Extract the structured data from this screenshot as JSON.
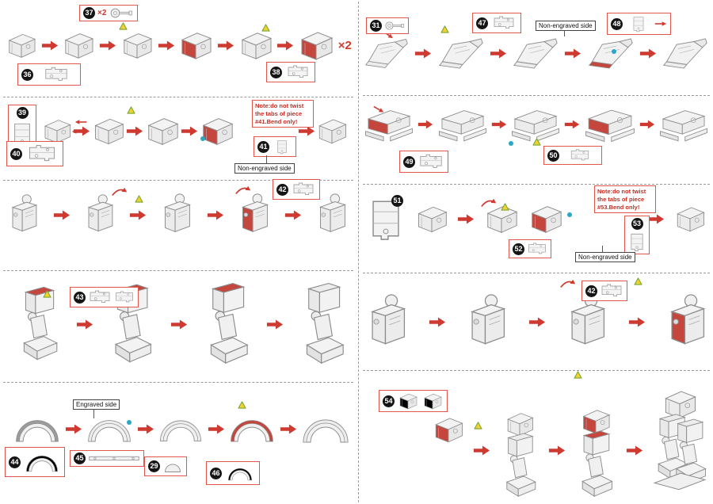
{
  "colors": {
    "accent_red": "#cf3a30",
    "callout_border": "#e2564e",
    "badge_bg": "#151515",
    "marker_blue": "#2aa7c7",
    "marker_yellow": "#f2d22e"
  },
  "left": {
    "row1": {
      "badge37": "37",
      "times2_callout": "×2",
      "badge36": "36",
      "badge38": "38",
      "times2_result": "×2"
    },
    "row2": {
      "badge39": "39",
      "badge40": "40",
      "badge41": "41",
      "note": "Note:do not twist the tabs of piece #41.Bend only!",
      "side_label": "Non-engraved side"
    },
    "row3": {
      "badge42": "42"
    },
    "row4": {
      "badge43": "43"
    },
    "row5": {
      "badge44": "44",
      "badge45": "45",
      "badge29": "29",
      "badge46": "46",
      "side_label": "Engraved side"
    }
  },
  "right": {
    "row1": {
      "badge31": "31",
      "badge47": "47",
      "badge48": "48",
      "side_label": "Non-engraved side"
    },
    "row2": {
      "badge49": "49",
      "badge50": "50"
    },
    "row3": {
      "badge51": "51",
      "badge52": "52",
      "badge53": "53",
      "note": "Note:do not twist the tabs of piece #53.Bend only!",
      "side_label": "Non-engraved side"
    },
    "row4": {
      "badge42": "42"
    },
    "row5": {
      "badge54": "54"
    }
  }
}
